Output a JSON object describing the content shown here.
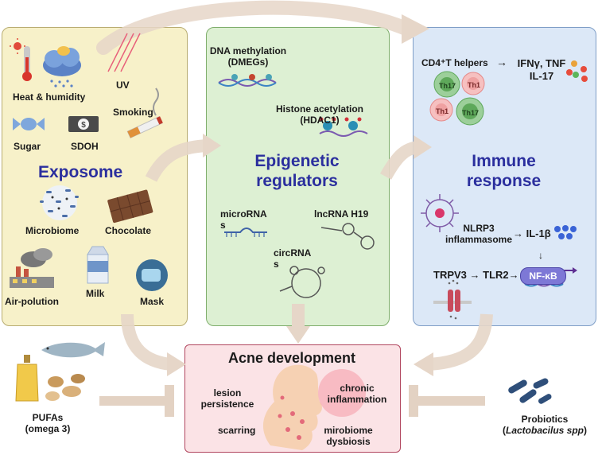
{
  "exposome": {
    "title": "Exposome",
    "items": {
      "heat": "Heat & humidity",
      "uv": "UV",
      "smoking": "Smoking",
      "sugar": "Sugar",
      "sdoh": "SDOH",
      "microbiome": "Microbiome",
      "chocolate": "Chocolate",
      "air": "Air-polution",
      "milk": "Milk",
      "mask": "Mask"
    }
  },
  "epigenetic": {
    "title_line1": "Epigenetic",
    "title_line2": "regulators",
    "dna_line1": "DNA methylation",
    "dna_line2": "(DMEGs)",
    "histone_line1": "Histone acetylation",
    "histone_line2": "(HDAC1)",
    "microrna_line1": "microRNA",
    "microrna_line2": "s",
    "lncrna": "lncRNA H19",
    "circrna_line1": "circRNA",
    "circrna_line2": "s"
  },
  "immune": {
    "title_line1": "Immune",
    "title_line2": "response",
    "cd4": "CD4⁺T helpers",
    "arrow": "→",
    "cytokines_line1": "IFNγ, TNF",
    "cytokines_line2": "IL-17",
    "cells": [
      "Th17",
      "Th1",
      "Th1",
      "Th17"
    ],
    "nlrp3_line1": "NLRP3",
    "nlrp3_line2": "inflammasome",
    "il1b": "→ IL-1β",
    "down_arrow": "↓",
    "trpv3": "TRPV3 → TLR2→",
    "nfkb": "NF-κB"
  },
  "acne": {
    "title": "Acne development",
    "lesion_line1": "lesion",
    "lesion_line2": "persistence",
    "scarring": "scarring",
    "chronic_line1": "chronic",
    "chronic_line2": "inflammation",
    "dysbiosis_line1": "mirobiome",
    "dysbiosis_line2": "dysbiosis"
  },
  "pufas": {
    "line1": "PUFAs",
    "line2": "(omega 3)"
  },
  "probiotics": {
    "line1": "Probiotics",
    "line2": "Lactobacilus spp"
  },
  "colors": {
    "exposome_bg": "#f7f1c9",
    "epi_bg": "#ddf0d3",
    "immune_bg": "#dce8f7",
    "acne_bg": "#fbe3e6",
    "title_blue": "#2b2f9e",
    "arrow": "#e6d6c8"
  }
}
